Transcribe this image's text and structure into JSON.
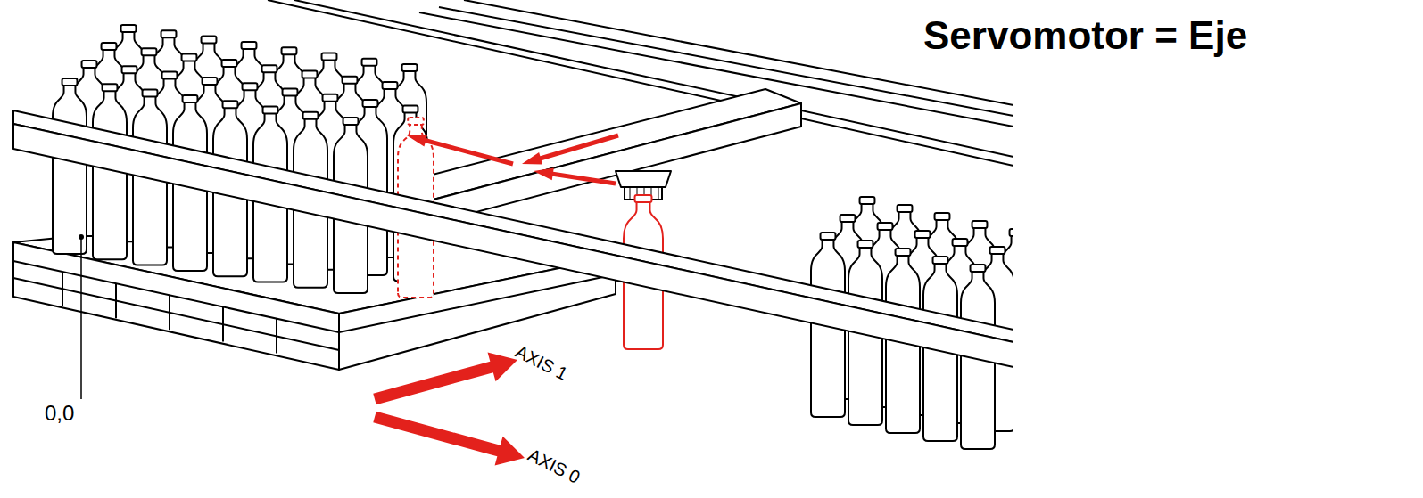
{
  "diagram": {
    "title": "Servomotor = Eje",
    "labels": [
      "0,0",
      "AXIS 1",
      "AXIS 0"
    ]
  }
}
